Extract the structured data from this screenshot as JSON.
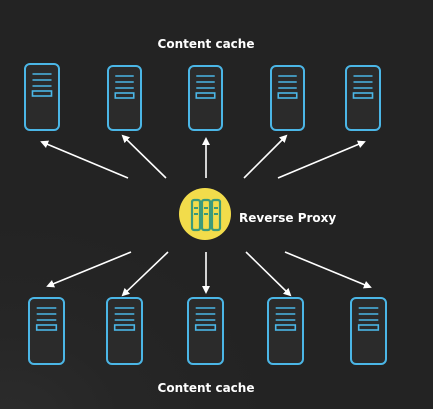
{
  "diagram": {
    "top_label": "Content cache",
    "bottom_label": "Content cache",
    "hub_label": "Reverse Proxy"
  },
  "colors": {
    "background": "#232323",
    "server_stroke": "#4bb6e6",
    "server_fill": "#2b2b2b",
    "arrow": "#ffffff",
    "hub_fill": "#f2dc4b",
    "hub_icon": "#3b9a7a",
    "text": "#ffffff"
  },
  "nodes": {
    "top_servers": [
      "server",
      "server",
      "server",
      "server",
      "server"
    ],
    "bottom_servers": [
      "server",
      "server",
      "server",
      "server",
      "server"
    ]
  },
  "icons": {
    "server": "server-icon",
    "hub": "reverse-proxy-icon"
  }
}
